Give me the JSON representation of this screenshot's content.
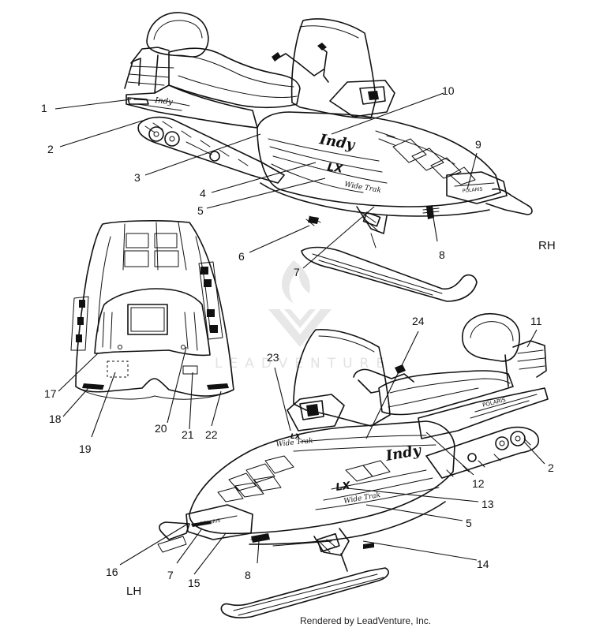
{
  "credit": "Rendered by LeadVenture, Inc.",
  "side_labels": {
    "right": "RH",
    "left": "LH"
  },
  "watermark": {
    "text": "LEADVENTURE",
    "color": "#c9c9c9"
  },
  "decals": {
    "model": "LX",
    "brand": "POLARIS",
    "name": "Indy",
    "trim": "Wide Trak"
  },
  "callouts": [
    "1",
    "2",
    "3",
    "4",
    "5",
    "6",
    "7",
    "8",
    "9",
    "10",
    "11",
    "2",
    "12",
    "13",
    "5",
    "14",
    "8",
    "15",
    "7",
    "16",
    "17",
    "18",
    "19",
    "20",
    "21",
    "22",
    "23",
    "24"
  ]
}
